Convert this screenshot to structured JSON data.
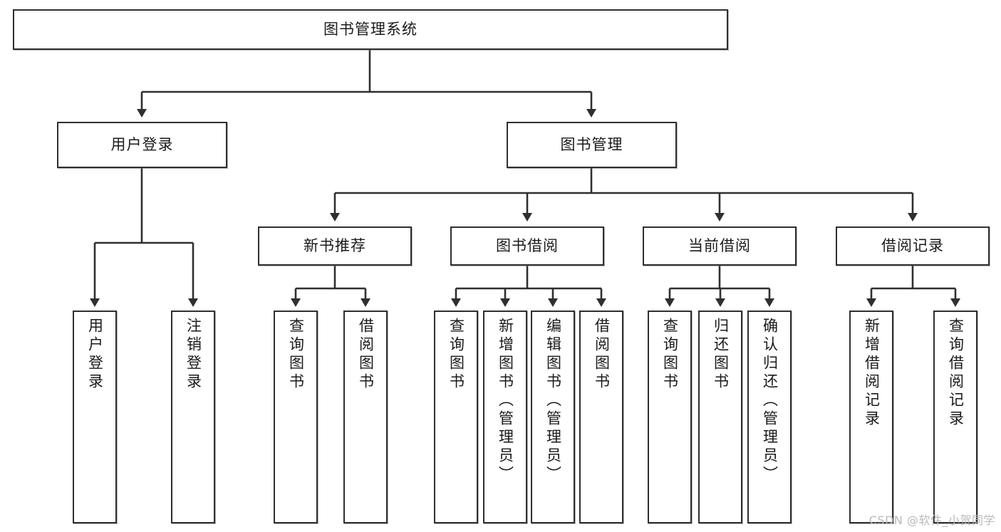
{
  "diagram": {
    "type": "tree-hierarchy",
    "orientation": "top-down",
    "title": "图书管理系统",
    "root": {
      "id": "root",
      "label": "图书管理系统"
    },
    "level2": [
      {
        "id": "user-login",
        "label": "用户登录"
      },
      {
        "id": "book-management",
        "label": "图书管理"
      }
    ],
    "level3": [
      {
        "id": "new-book-recommend",
        "label": "新书推荐",
        "parent": "book-management"
      },
      {
        "id": "book-borrow",
        "label": "图书借阅",
        "parent": "book-management"
      },
      {
        "id": "current-borrow",
        "label": "当前借阅",
        "parent": "book-management"
      },
      {
        "id": "borrow-record",
        "label": "借阅记录",
        "parent": "book-management"
      }
    ],
    "leaves": [
      {
        "id": "leaf-user-login",
        "label": "用户登录",
        "parent": "user-login"
      },
      {
        "id": "leaf-logout",
        "label": "注销登录",
        "parent": "user-login"
      },
      {
        "id": "leaf-query-book-1",
        "label": "查询图书",
        "parent": "new-book-recommend"
      },
      {
        "id": "leaf-borrow-book-1",
        "label": "借阅图书",
        "parent": "new-book-recommend"
      },
      {
        "id": "leaf-query-book-2",
        "label": "查询图书",
        "parent": "book-borrow"
      },
      {
        "id": "leaf-add-book",
        "label": "新增图书（管理员）",
        "parent": "book-borrow"
      },
      {
        "id": "leaf-edit-book",
        "label": "编辑图书（管理员）",
        "parent": "book-borrow"
      },
      {
        "id": "leaf-borrow-book-2",
        "label": "借阅图书",
        "parent": "book-borrow"
      },
      {
        "id": "leaf-query-book-3",
        "label": "查询图书",
        "parent": "current-borrow"
      },
      {
        "id": "leaf-return-book",
        "label": "归还图书",
        "parent": "current-borrow"
      },
      {
        "id": "leaf-confirm-return",
        "label": "确认归还（管理员）",
        "parent": "current-borrow"
      },
      {
        "id": "leaf-add-record",
        "label": "新增借阅记录",
        "parent": "borrow-record"
      },
      {
        "id": "leaf-query-record",
        "label": "查询借阅记录",
        "parent": "borrow-record"
      }
    ],
    "watermark": "CSDN @软件_小贺同学",
    "colors": {
      "box_border": "#2f2f2f",
      "box_fill": "#ffffff",
      "edge": "#2f2f2f",
      "text": "#1a1a1a",
      "watermark": "#b9b9b9",
      "background": "#ffffff"
    }
  }
}
